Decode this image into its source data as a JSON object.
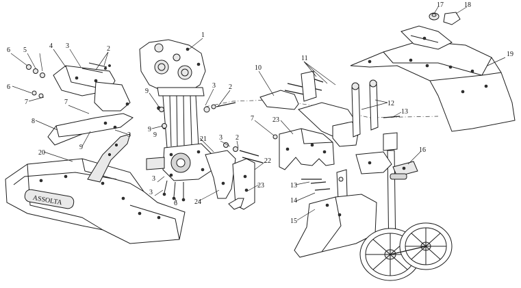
{
  "diagram": {
    "callouts": [
      {
        "id": "c1",
        "text": "1"
      },
      {
        "id": "c2a",
        "text": "2"
      },
      {
        "id": "c2b",
        "text": "2"
      },
      {
        "id": "c2c",
        "text": "2"
      },
      {
        "id": "c3a",
        "text": "3"
      },
      {
        "id": "c3b",
        "text": "3"
      },
      {
        "id": "c3c",
        "text": "3"
      },
      {
        "id": "c3d",
        "text": "3"
      },
      {
        "id": "c3e",
        "text": "3"
      },
      {
        "id": "c3f",
        "text": "3"
      },
      {
        "id": "c4",
        "text": "4"
      },
      {
        "id": "c5",
        "text": "5"
      },
      {
        "id": "c6a",
        "text": "6"
      },
      {
        "id": "c6b",
        "text": "6"
      },
      {
        "id": "c6c",
        "text": "6"
      },
      {
        "id": "c7a",
        "text": "7"
      },
      {
        "id": "c7b",
        "text": "7"
      },
      {
        "id": "c7c",
        "text": "7"
      },
      {
        "id": "c8",
        "text": "8"
      },
      {
        "id": "c9a",
        "text": "9"
      },
      {
        "id": "c9b",
        "text": "9"
      },
      {
        "id": "c9c",
        "text": "9"
      },
      {
        "id": "c9d",
        "text": "9"
      },
      {
        "id": "c10",
        "text": "10"
      },
      {
        "id": "c11",
        "text": "11"
      },
      {
        "id": "c12",
        "text": "12"
      },
      {
        "id": "c13a",
        "text": "13"
      },
      {
        "id": "c13b",
        "text": "13"
      },
      {
        "id": "c14",
        "text": "14"
      },
      {
        "id": "c15",
        "text": "15"
      },
      {
        "id": "c16",
        "text": "16"
      },
      {
        "id": "c17",
        "text": "17"
      },
      {
        "id": "c18",
        "text": "18"
      },
      {
        "id": "c19",
        "text": "19"
      },
      {
        "id": "c20",
        "text": "20"
      },
      {
        "id": "c21",
        "text": "21"
      },
      {
        "id": "c22",
        "text": "22"
      },
      {
        "id": "c23a",
        "text": "23"
      },
      {
        "id": "c23b",
        "text": "23"
      },
      {
        "id": "c24",
        "text": "24"
      }
    ],
    "fender_brand": "ASSOLTA"
  }
}
